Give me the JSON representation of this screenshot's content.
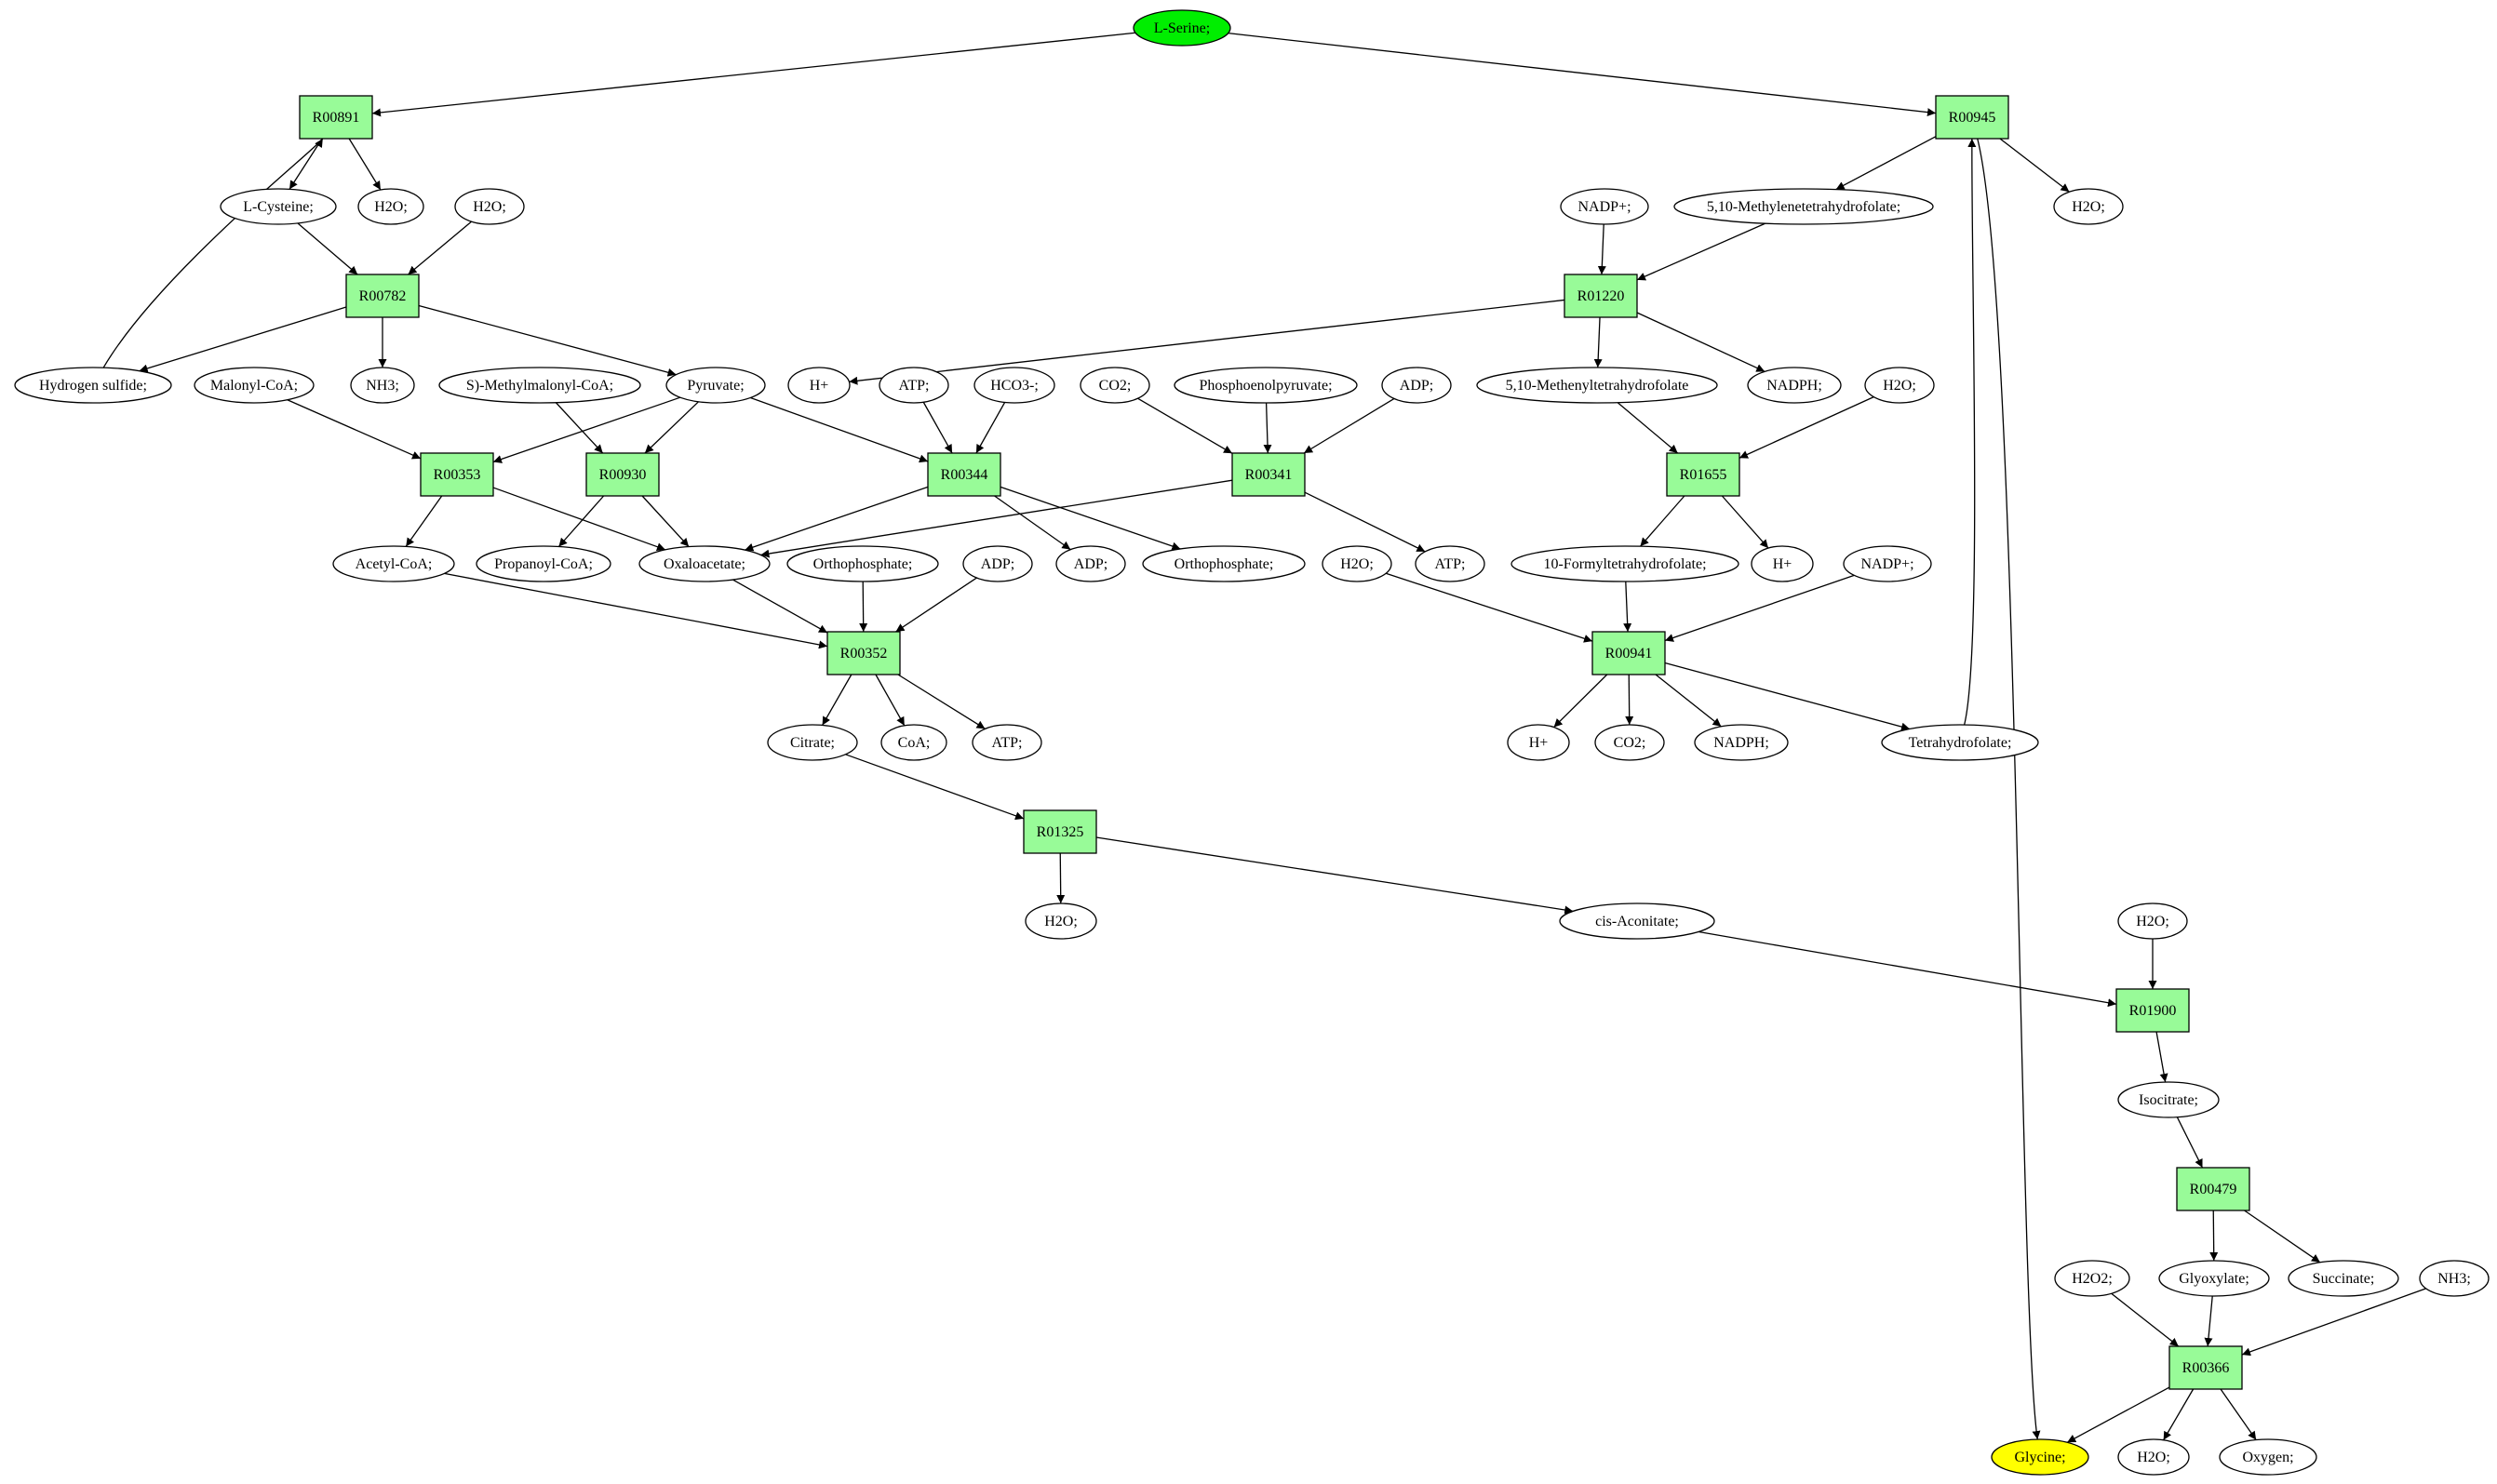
{
  "colors": {
    "background": "#ffffff",
    "reaction": "#98fb98",
    "compound": "#ffffff",
    "start": "#00ee00",
    "target": "#ffff00",
    "stroke": "#000000"
  },
  "nodes": [
    {
      "id": "n_serine",
      "label": "L-Serine;",
      "kind": "start"
    },
    {
      "id": "r_00891",
      "label": "R00891",
      "kind": "reaction"
    },
    {
      "id": "r_00945",
      "label": "R00945",
      "kind": "reaction"
    },
    {
      "id": "c_cys",
      "label": "L-Cysteine;",
      "kind": "compound"
    },
    {
      "id": "c_h2o_a",
      "label": "H2O;",
      "kind": "compound"
    },
    {
      "id": "c_h2o_b",
      "label": "H2O;",
      "kind": "compound"
    },
    {
      "id": "r_00782",
      "label": "R00782",
      "kind": "reaction"
    },
    {
      "id": "c_h2s",
      "label": "Hydrogen sulfide;",
      "kind": "compound"
    },
    {
      "id": "c_nh3_a",
      "label": "NH3;",
      "kind": "compound"
    },
    {
      "id": "c_pyr",
      "label": "Pyruvate;",
      "kind": "compound"
    },
    {
      "id": "c_malcoa",
      "label": "Malonyl-CoA;",
      "kind": "compound"
    },
    {
      "id": "c_smmcoa",
      "label": "S)-Methylmalonyl-CoA;",
      "kind": "compound"
    },
    {
      "id": "r_00353",
      "label": "R00353",
      "kind": "reaction"
    },
    {
      "id": "r_00930",
      "label": "R00930",
      "kind": "reaction"
    },
    {
      "id": "c_hplus_a",
      "label": "H+",
      "kind": "compound"
    },
    {
      "id": "c_atp_a",
      "label": "ATP;",
      "kind": "compound"
    },
    {
      "id": "c_hco3",
      "label": "HCO3-;",
      "kind": "compound"
    },
    {
      "id": "r_00344",
      "label": "R00344",
      "kind": "reaction"
    },
    {
      "id": "c_co2_a",
      "label": "CO2;",
      "kind": "compound"
    },
    {
      "id": "c_pep",
      "label": "Phosphoenolpyruvate;",
      "kind": "compound"
    },
    {
      "id": "c_adp_a",
      "label": "ADP;",
      "kind": "compound"
    },
    {
      "id": "r_00341",
      "label": "R00341",
      "kind": "reaction"
    },
    {
      "id": "c_nadp_a",
      "label": "NADP+;",
      "kind": "compound"
    },
    {
      "id": "c_methylene",
      "label": "5,10-Methylenetetrahydrofolate;",
      "kind": "compound"
    },
    {
      "id": "c_h2o_c",
      "label": "H2O;",
      "kind": "compound"
    },
    {
      "id": "r_01220",
      "label": "R01220",
      "kind": "reaction"
    },
    {
      "id": "c_methenyl",
      "label": "5,10-Methenyltetrahydrofolate",
      "kind": "compound"
    },
    {
      "id": "c_nadph_a",
      "label": "NADPH;",
      "kind": "compound"
    },
    {
      "id": "c_h2o_d",
      "label": "H2O;",
      "kind": "compound"
    },
    {
      "id": "r_01655",
      "label": "R01655",
      "kind": "reaction"
    },
    {
      "id": "c_acetylcoa",
      "label": "Acetyl-CoA;",
      "kind": "compound"
    },
    {
      "id": "c_propcoa",
      "label": "Propanoyl-CoA;",
      "kind": "compound"
    },
    {
      "id": "c_oaa",
      "label": "Oxaloacetate;",
      "kind": "compound"
    },
    {
      "id": "c_pi_a",
      "label": "Orthophosphate;",
      "kind": "compound"
    },
    {
      "id": "c_adp_b",
      "label": "ADP;",
      "kind": "compound"
    },
    {
      "id": "c_adp_c",
      "label": "ADP;",
      "kind": "compound"
    },
    {
      "id": "c_pi_b",
      "label": "Orthophosphate;",
      "kind": "compound"
    },
    {
      "id": "c_h2o_e",
      "label": "H2O;",
      "kind": "compound"
    },
    {
      "id": "c_atp_b",
      "label": "ATP;",
      "kind": "compound"
    },
    {
      "id": "c_formyl",
      "label": "10-Formyltetrahydrofolate;",
      "kind": "compound"
    },
    {
      "id": "c_hplus_b",
      "label": "H+",
      "kind": "compound"
    },
    {
      "id": "c_nadp_b",
      "label": "NADP+;",
      "kind": "compound"
    },
    {
      "id": "r_00352",
      "label": "R00352",
      "kind": "reaction"
    },
    {
      "id": "r_00941",
      "label": "R00941",
      "kind": "reaction"
    },
    {
      "id": "c_citrate",
      "label": "Citrate;",
      "kind": "compound"
    },
    {
      "id": "c_coa",
      "label": "CoA;",
      "kind": "compound"
    },
    {
      "id": "c_atp_c",
      "label": "ATP;",
      "kind": "compound"
    },
    {
      "id": "c_hplus_c",
      "label": "H+",
      "kind": "compound"
    },
    {
      "id": "c_co2_b",
      "label": "CO2;",
      "kind": "compound"
    },
    {
      "id": "c_nadph_b",
      "label": "NADPH;",
      "kind": "compound"
    },
    {
      "id": "c_thf",
      "label": "Tetrahydrofolate;",
      "kind": "compound"
    },
    {
      "id": "r_01325",
      "label": "R01325",
      "kind": "reaction"
    },
    {
      "id": "c_h2o_f",
      "label": "H2O;",
      "kind": "compound"
    },
    {
      "id": "c_cisacon",
      "label": "cis-Aconitate;",
      "kind": "compound"
    },
    {
      "id": "c_h2o_g",
      "label": "H2O;",
      "kind": "compound"
    },
    {
      "id": "r_01900",
      "label": "R01900",
      "kind": "reaction"
    },
    {
      "id": "c_isocit",
      "label": "Isocitrate;",
      "kind": "compound"
    },
    {
      "id": "r_00479",
      "label": "R00479",
      "kind": "reaction"
    },
    {
      "id": "c_h2o2",
      "label": "H2O2;",
      "kind": "compound"
    },
    {
      "id": "c_glyox",
      "label": "Glyoxylate;",
      "kind": "compound"
    },
    {
      "id": "c_succ",
      "label": "Succinate;",
      "kind": "compound"
    },
    {
      "id": "c_nh3_b",
      "label": "NH3;",
      "kind": "compound"
    },
    {
      "id": "r_00366",
      "label": "R00366",
      "kind": "reaction"
    },
    {
      "id": "n_glycine",
      "label": "Glycine;",
      "kind": "target"
    },
    {
      "id": "c_h2o_h",
      "label": "H2O;",
      "kind": "compound"
    },
    {
      "id": "c_oxygen",
      "label": "Oxygen;",
      "kind": "compound"
    }
  ],
  "edges": [
    {
      "from": "n_serine",
      "to": "r_00891"
    },
    {
      "from": "n_serine",
      "to": "r_00945"
    },
    {
      "from": "r_00891",
      "to": "c_cys"
    },
    {
      "from": "r_00891",
      "to": "c_h2o_a"
    },
    {
      "from": "c_cys",
      "to": "r_00782"
    },
    {
      "from": "c_h2o_b",
      "to": "r_00782"
    },
    {
      "from": "c_h2s",
      "to": "r_00891"
    },
    {
      "from": "r_00782",
      "to": "c_h2s"
    },
    {
      "from": "r_00782",
      "to": "c_nh3_a"
    },
    {
      "from": "r_00782",
      "to": "c_pyr"
    },
    {
      "from": "c_malcoa",
      "to": "r_00353"
    },
    {
      "from": "c_pyr",
      "to": "r_00353"
    },
    {
      "from": "c_smmcoa",
      "to": "r_00930"
    },
    {
      "from": "c_pyr",
      "to": "r_00930"
    },
    {
      "from": "c_pyr",
      "to": "r_00344"
    },
    {
      "from": "c_atp_a",
      "to": "r_00344"
    },
    {
      "from": "c_hco3",
      "to": "r_00344"
    },
    {
      "from": "c_co2_a",
      "to": "r_00341"
    },
    {
      "from": "c_pep",
      "to": "r_00341"
    },
    {
      "from": "c_adp_a",
      "to": "r_00341"
    },
    {
      "from": "r_00353",
      "to": "c_acetylcoa"
    },
    {
      "from": "r_00353",
      "to": "c_oaa"
    },
    {
      "from": "r_00930",
      "to": "c_propcoa"
    },
    {
      "from": "r_00930",
      "to": "c_oaa"
    },
    {
      "from": "r_00344",
      "to": "c_oaa"
    },
    {
      "from": "r_00344",
      "to": "c_adp_c"
    },
    {
      "from": "r_00344",
      "to": "c_pi_b"
    },
    {
      "from": "r_00341",
      "to": "c_oaa"
    },
    {
      "from": "r_00341",
      "to": "c_atp_b"
    },
    {
      "from": "r_00945",
      "to": "c_methylene"
    },
    {
      "from": "r_00945",
      "to": "c_h2o_c"
    },
    {
      "from": "r_00945",
      "to": "n_glycine"
    },
    {
      "from": "c_nadp_a",
      "to": "r_01220"
    },
    {
      "from": "c_methylene",
      "to": "r_01220"
    },
    {
      "from": "r_01220",
      "to": "c_hplus_a"
    },
    {
      "from": "r_01220",
      "to": "c_methenyl"
    },
    {
      "from": "r_01220",
      "to": "c_nadph_a"
    },
    {
      "from": "c_methenyl",
      "to": "r_01655"
    },
    {
      "from": "c_h2o_d",
      "to": "r_01655"
    },
    {
      "from": "r_01655",
      "to": "c_formyl"
    },
    {
      "from": "r_01655",
      "to": "c_hplus_b"
    },
    {
      "from": "c_acetylcoa",
      "to": "r_00352"
    },
    {
      "from": "c_oaa",
      "to": "r_00352"
    },
    {
      "from": "c_pi_a",
      "to": "r_00352"
    },
    {
      "from": "c_adp_b",
      "to": "r_00352"
    },
    {
      "from": "r_00352",
      "to": "c_citrate"
    },
    {
      "from": "r_00352",
      "to": "c_coa"
    },
    {
      "from": "r_00352",
      "to": "c_atp_c"
    },
    {
      "from": "c_h2o_e",
      "to": "r_00941"
    },
    {
      "from": "c_formyl",
      "to": "r_00941"
    },
    {
      "from": "c_nadp_b",
      "to": "r_00941"
    },
    {
      "from": "r_00941",
      "to": "c_hplus_c"
    },
    {
      "from": "r_00941",
      "to": "c_co2_b"
    },
    {
      "from": "r_00941",
      "to": "c_nadph_b"
    },
    {
      "from": "r_00941",
      "to": "c_thf"
    },
    {
      "from": "c_thf",
      "to": "r_00945"
    },
    {
      "from": "c_citrate",
      "to": "r_01325"
    },
    {
      "from": "r_01325",
      "to": "c_h2o_f"
    },
    {
      "from": "r_01325",
      "to": "c_cisacon"
    },
    {
      "from": "c_cisacon",
      "to": "r_01900"
    },
    {
      "from": "c_h2o_g",
      "to": "r_01900"
    },
    {
      "from": "r_01900",
      "to": "c_isocit"
    },
    {
      "from": "c_isocit",
      "to": "r_00479"
    },
    {
      "from": "r_00479",
      "to": "c_glyox"
    },
    {
      "from": "r_00479",
      "to": "c_succ"
    },
    {
      "from": "c_h2o2",
      "to": "r_00366"
    },
    {
      "from": "c_glyox",
      "to": "r_00366"
    },
    {
      "from": "c_nh3_b",
      "to": "r_00366"
    },
    {
      "from": "r_00366",
      "to": "n_glycine"
    },
    {
      "from": "r_00366",
      "to": "c_h2o_h"
    },
    {
      "from": "r_00366",
      "to": "c_oxygen"
    }
  ]
}
